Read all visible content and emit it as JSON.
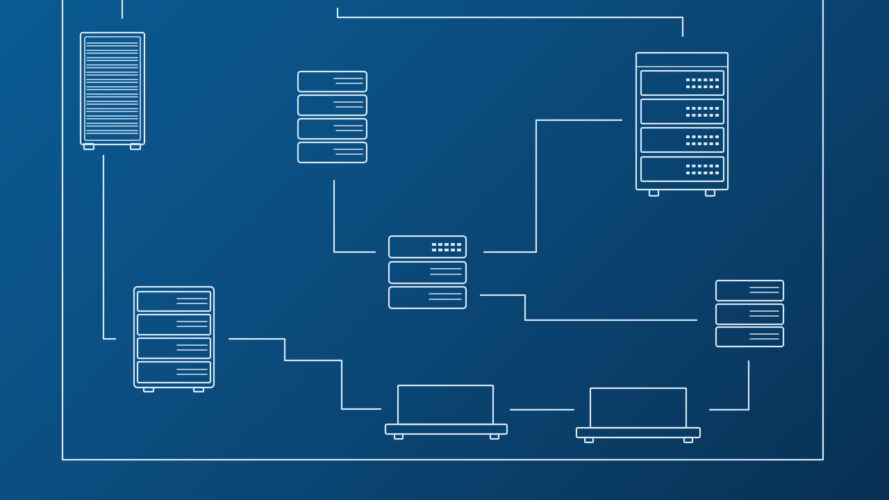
{
  "diagram": {
    "background_colors": [
      "#0a5a93",
      "#0b4f82",
      "#072f52"
    ],
    "line_color": "#d6e7f5",
    "nodes": [
      {
        "id": "tower-server-left",
        "icon": "tower-server-icon"
      },
      {
        "id": "rack-stack-top-center",
        "icon": "rack-server-icon"
      },
      {
        "id": "rack-cabinet-right",
        "icon": "rack-cabinet-icon"
      },
      {
        "id": "switch-stack-center",
        "icon": "network-switch-icon"
      },
      {
        "id": "rack-cabinet-left",
        "icon": "rack-cabinet-icon"
      },
      {
        "id": "rack-stack-right",
        "icon": "rack-server-icon"
      },
      {
        "id": "device-bottom-left",
        "icon": "network-device-icon"
      },
      {
        "id": "device-bottom-right",
        "icon": "network-device-icon"
      }
    ],
    "connections": [
      {
        "from": "tower-server-left",
        "to": "rack-cabinet-left"
      },
      {
        "from": "rack-stack-top-center",
        "to": "switch-stack-center"
      },
      {
        "from": "switch-stack-center",
        "to": "rack-cabinet-right"
      },
      {
        "from": "switch-stack-center",
        "to": "rack-stack-right"
      },
      {
        "from": "rack-cabinet-left",
        "to": "device-bottom-left"
      },
      {
        "from": "device-bottom-left",
        "to": "device-bottom-right"
      },
      {
        "from": "device-bottom-right",
        "to": "rack-stack-right"
      }
    ]
  }
}
